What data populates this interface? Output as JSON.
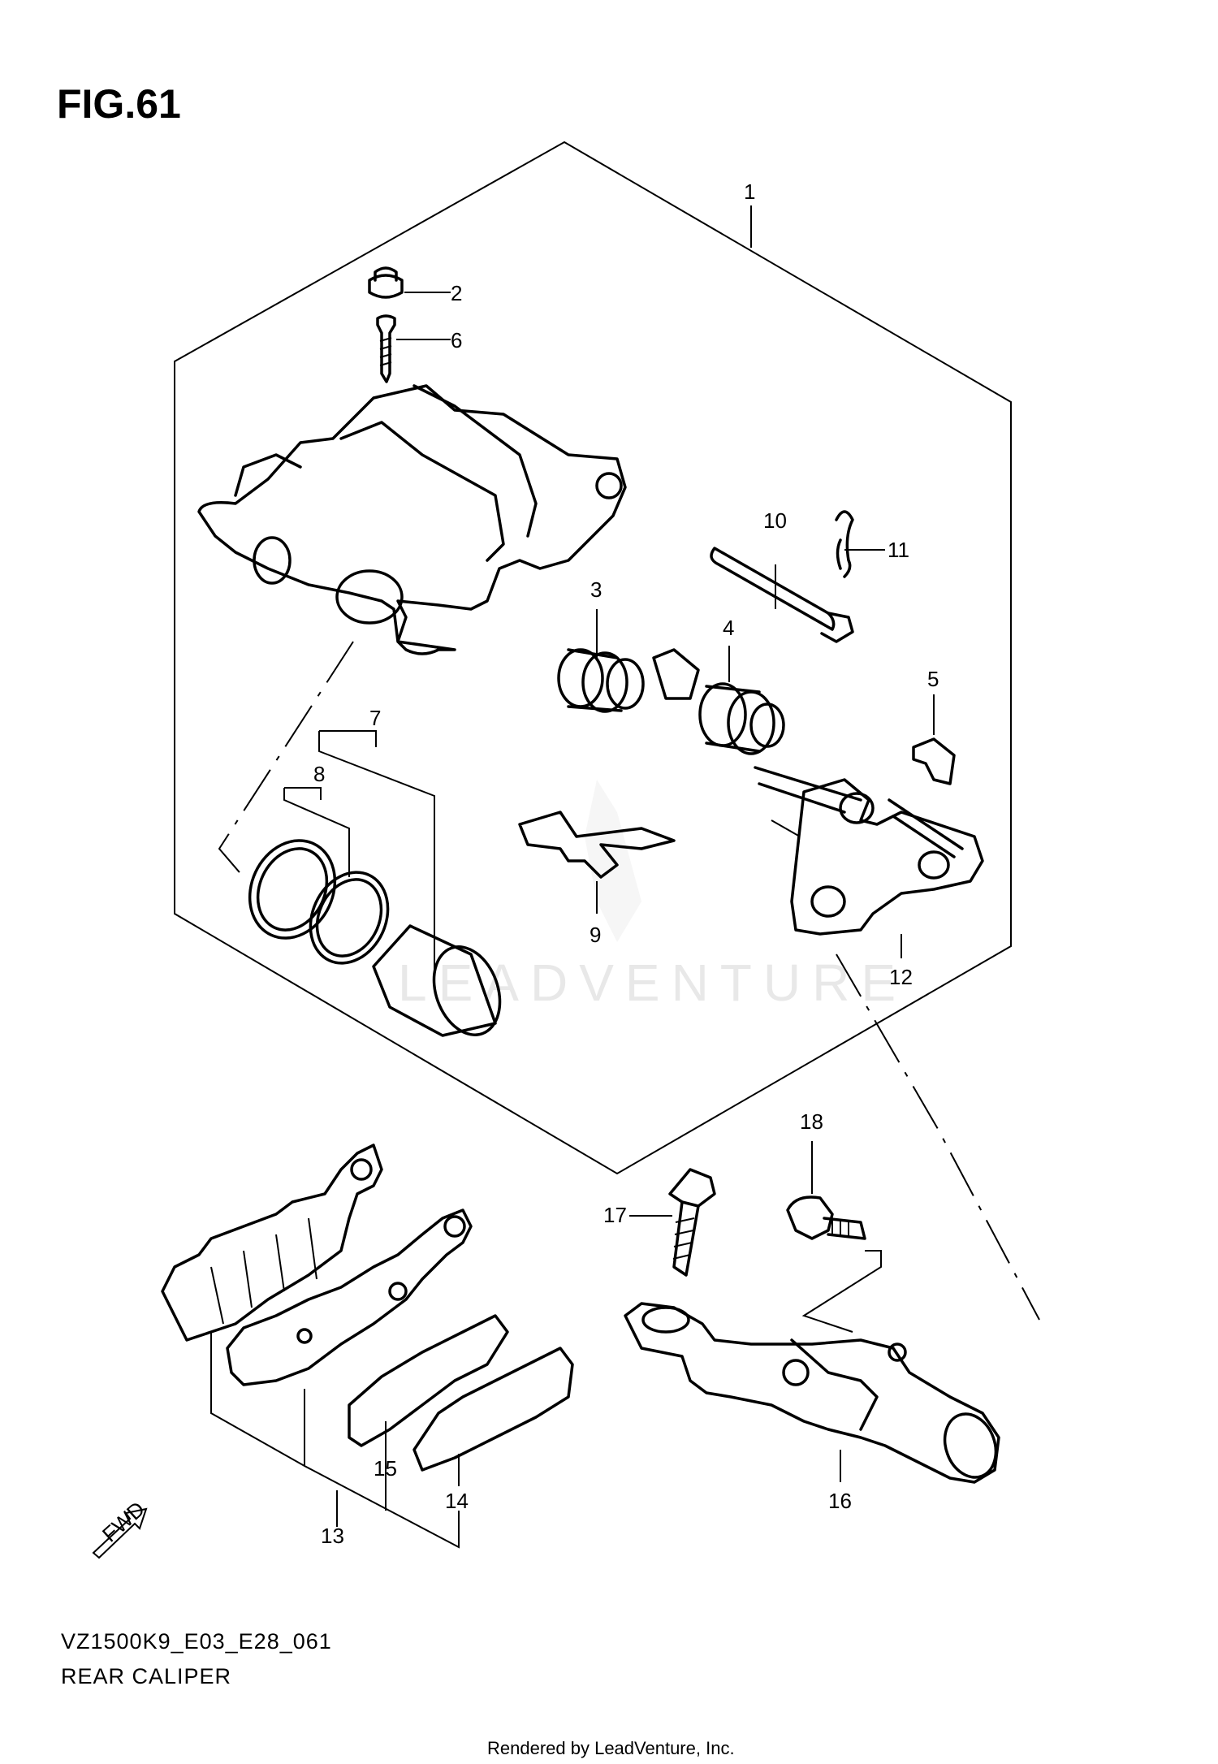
{
  "figure": {
    "title": "FIG.61"
  },
  "callouts": [
    {
      "id": "1",
      "label": "1"
    },
    {
      "id": "2",
      "label": "2"
    },
    {
      "id": "3",
      "label": "3"
    },
    {
      "id": "4",
      "label": "4"
    },
    {
      "id": "5",
      "label": "5"
    },
    {
      "id": "6",
      "label": "6"
    },
    {
      "id": "7",
      "label": "7"
    },
    {
      "id": "8",
      "label": "8"
    },
    {
      "id": "9",
      "label": "9"
    },
    {
      "id": "10",
      "label": "10"
    },
    {
      "id": "11",
      "label": "11"
    },
    {
      "id": "12",
      "label": "12"
    },
    {
      "id": "13",
      "label": "13"
    },
    {
      "id": "14",
      "label": "14"
    },
    {
      "id": "15",
      "label": "15"
    },
    {
      "id": "16",
      "label": "16"
    },
    {
      "id": "17",
      "label": "17"
    },
    {
      "id": "18",
      "label": "18"
    }
  ],
  "direction_label": "FWD",
  "watermark": "LEADVENTURE",
  "reference": {
    "code": "VZ1500K9_E03_E28_061",
    "name": "REAR CALIPER"
  },
  "footer": {
    "rendered_by": "Rendered by LeadVenture, Inc."
  }
}
